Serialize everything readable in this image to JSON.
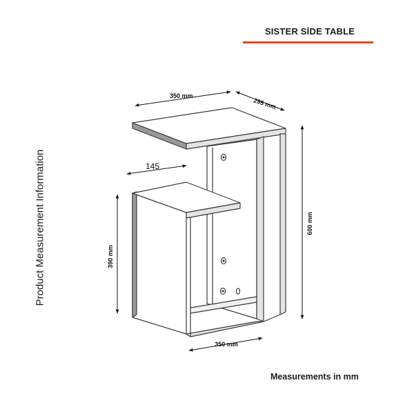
{
  "header": {
    "title": "SISTER SİDE TABLE",
    "accent_color": "#e2461b"
  },
  "side_label": "Product Measurement Information",
  "footer": {
    "note": "Measurements in mm"
  },
  "dimensions": {
    "top_width": "350 mm",
    "depth": "295 mm",
    "shelf_offset": "145",
    "total_height": "600 mm",
    "lower_height": "390 mm",
    "base_width": "350 mm"
  },
  "colors": {
    "line": "#3a3a3a",
    "panel": "#9a9a9a"
  }
}
